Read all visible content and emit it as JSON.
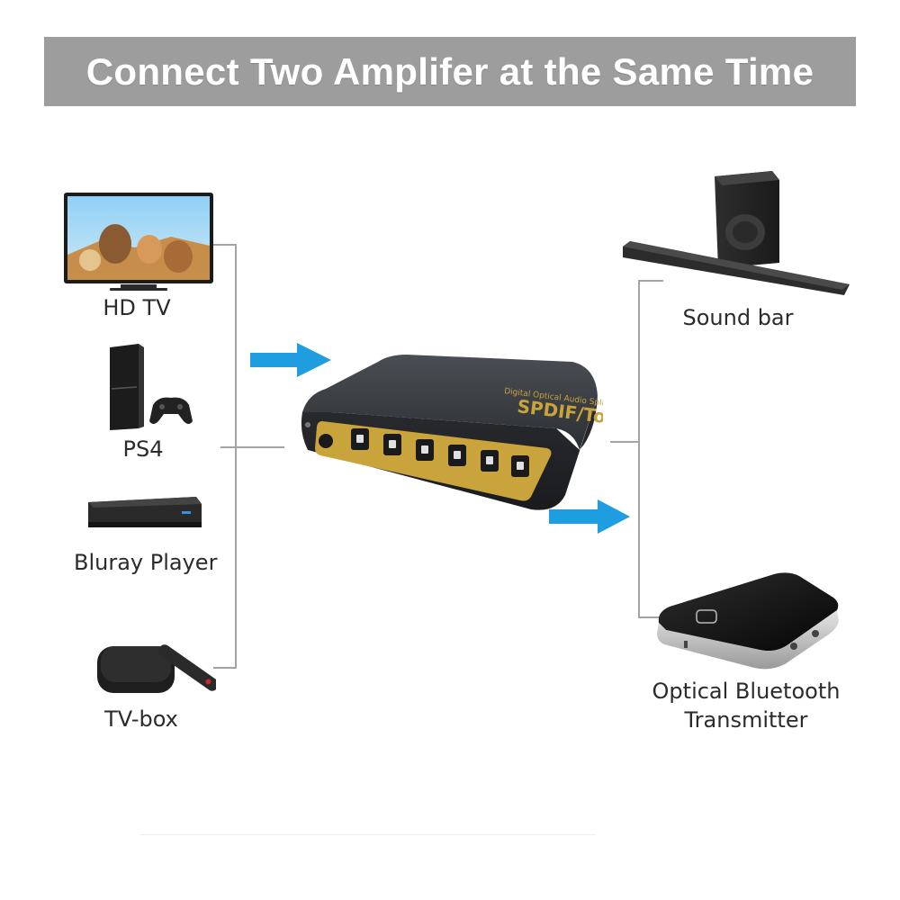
{
  "banner": {
    "title": "Connect Two Amplifer at the Same Time"
  },
  "sources": [
    {
      "label": "HD TV",
      "icon": "tv-icon"
    },
    {
      "label": "PS4",
      "icon": "ps4-console-icon"
    },
    {
      "label": "Bluray Player",
      "icon": "bluray-player-icon"
    },
    {
      "label": "TV-box",
      "icon": "tv-box-icon"
    }
  ],
  "splitter": {
    "brand": "SPDIF/Toslink",
    "subtitle": "Digital Optical Audio Splitter",
    "icon": "optical-splitter-icon"
  },
  "outputs": [
    {
      "label": "Sound bar",
      "icon": "sound-bar-icon"
    },
    {
      "label_line1": "Optical Bluetooth",
      "label_line2": "Transmitter",
      "icon": "bluetooth-transmitter-icon"
    }
  ],
  "colors": {
    "banner": "#9d9d9d",
    "arrow": "#1e9ee0",
    "wire": "#a0a0a0",
    "splitter_accent": "#c9a33b"
  }
}
